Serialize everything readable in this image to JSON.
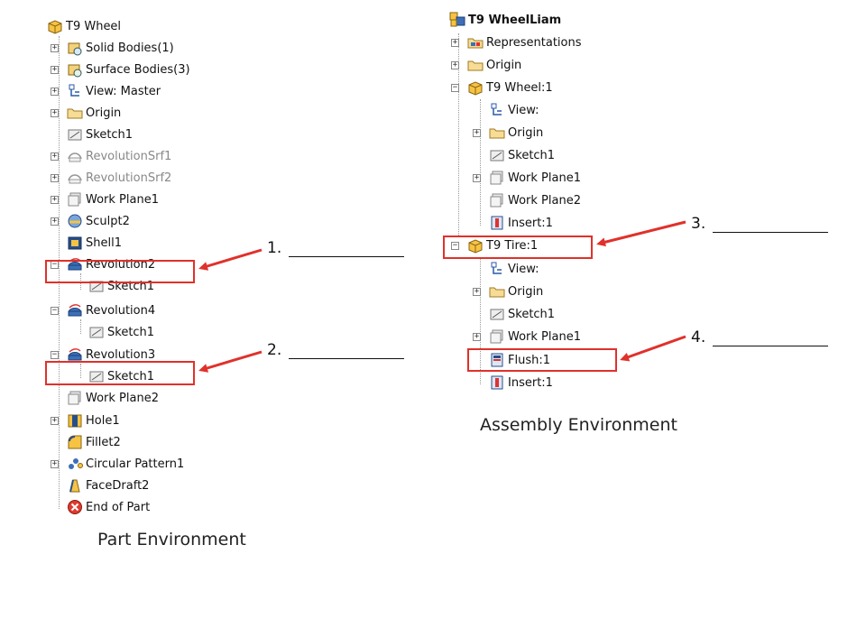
{
  "part_tree": {
    "root": "T9 Wheel",
    "items": [
      {
        "label": "Solid Bodies(1)",
        "icon": "solid-bodies-icon"
      },
      {
        "label": "Surface Bodies(3)",
        "icon": "surface-bodies-icon"
      },
      {
        "label": "View: Master",
        "icon": "view-icon"
      },
      {
        "label": "Origin",
        "icon": "folder-icon"
      },
      {
        "label": "Sketch1",
        "icon": "sketch-icon"
      },
      {
        "label": "RevolutionSrf1",
        "icon": "revolution-surface-icon"
      },
      {
        "label": "RevolutionSrf2",
        "icon": "revolution-surface-icon"
      },
      {
        "label": "Work Plane1",
        "icon": "work-plane-icon"
      },
      {
        "label": "Sculpt2",
        "icon": "sculpt-icon"
      },
      {
        "label": "Shell1",
        "icon": "shell-icon"
      },
      {
        "label": "Revolution2",
        "icon": "revolution-icon"
      },
      {
        "label": "Sketch1",
        "icon": "sketch-icon"
      },
      {
        "label": "Revolution4",
        "icon": "revolution-icon"
      },
      {
        "label": "Sketch1",
        "icon": "sketch-icon"
      },
      {
        "label": "Revolution3",
        "icon": "revolution-icon"
      },
      {
        "label": "Sketch1",
        "icon": "sketch-icon"
      },
      {
        "label": "Work Plane2",
        "icon": "work-plane-icon"
      },
      {
        "label": "Hole1",
        "icon": "hole-icon"
      },
      {
        "label": "Fillet2",
        "icon": "fillet-icon"
      },
      {
        "label": "Circular Pattern1",
        "icon": "circular-pattern-icon"
      },
      {
        "label": "FaceDraft2",
        "icon": "face-draft-icon"
      },
      {
        "label": "End of Part",
        "icon": "end-of-part-icon"
      }
    ]
  },
  "assembly_tree": {
    "root": "T9 WheelLiam",
    "items": [
      {
        "label": "Representations",
        "icon": "representations-icon"
      },
      {
        "label": "Origin",
        "icon": "folder-icon"
      },
      {
        "label": "T9 Wheel:1",
        "icon": "part-icon"
      },
      {
        "label": "View:",
        "icon": "view-icon"
      },
      {
        "label": "Origin",
        "icon": "folder-icon"
      },
      {
        "label": "Sketch1",
        "icon": "sketch-icon"
      },
      {
        "label": "Work Plane1",
        "icon": "work-plane-icon"
      },
      {
        "label": "Work Plane2",
        "icon": "work-plane-icon"
      },
      {
        "label": "Insert:1",
        "icon": "insert-constraint-icon"
      },
      {
        "label": "T9 Tire:1",
        "icon": "part-icon"
      },
      {
        "label": "View:",
        "icon": "view-icon"
      },
      {
        "label": "Origin",
        "icon": "folder-icon"
      },
      {
        "label": "Sketch1",
        "icon": "sketch-icon"
      },
      {
        "label": "Work Plane1",
        "icon": "work-plane-icon"
      },
      {
        "label": "Flush:1",
        "icon": "flush-constraint-icon"
      },
      {
        "label": "Insert:1",
        "icon": "insert-constraint-icon"
      }
    ]
  },
  "blanks": [
    "1.",
    "2.",
    "3.",
    "4."
  ],
  "captions": {
    "part": "Part Environment",
    "assembly": "Assembly Environment"
  },
  "colors": {
    "highlight": "#e0312b",
    "arrow": "#e0312b"
  }
}
